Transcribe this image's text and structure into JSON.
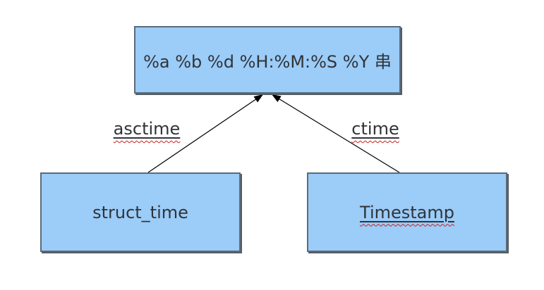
{
  "diagram": {
    "type": "flowchart",
    "background": "#ffffff",
    "colors": {
      "node_fill": "#9cccf8",
      "node_border": "#5a6b7c",
      "node_shadow": "#555c63",
      "text": "#303438",
      "arrow": "#000000",
      "spellcheck_underline": "#c9211e"
    },
    "nodes": [
      {
        "id": "format-string",
        "label": "%a %b %d %H:%M:%S %Y 串"
      },
      {
        "id": "struct-time",
        "label": "struct_time"
      },
      {
        "id": "timestamp",
        "label": "Timestamp"
      }
    ],
    "edges": [
      {
        "id": "asctime",
        "label": "asctime",
        "from": "struct-time",
        "to": "format-string"
      },
      {
        "id": "ctime",
        "label": "ctime",
        "from": "timestamp",
        "to": "format-string"
      }
    ]
  }
}
